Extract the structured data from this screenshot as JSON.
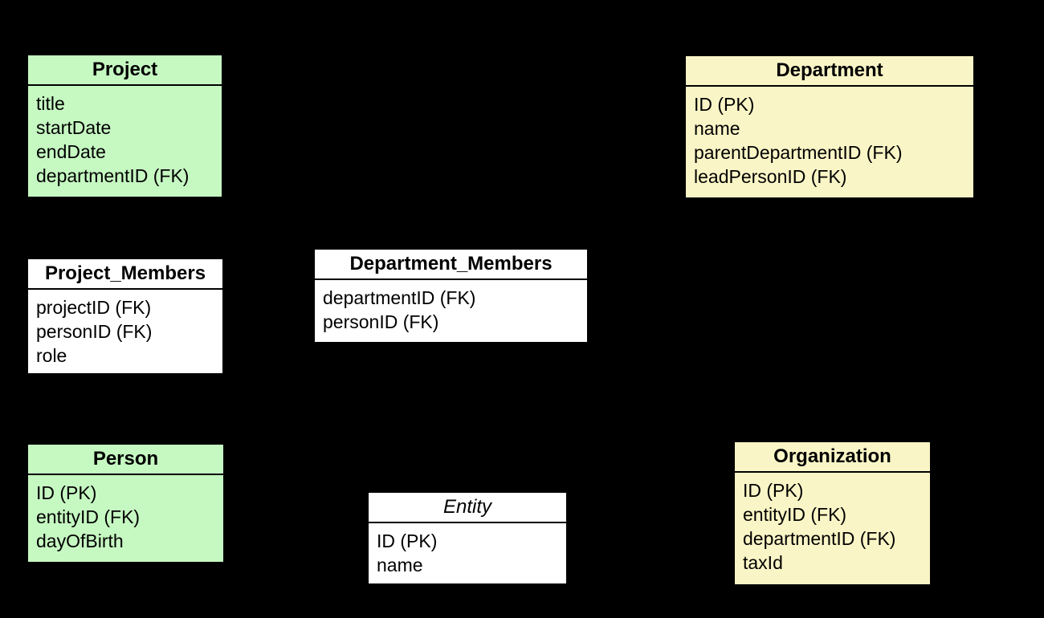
{
  "diagram": {
    "kind": "entity-relationship-diagram",
    "palette": {
      "background": "#000000",
      "border": "#000000",
      "text": "#000000",
      "green": "#c6f8c2",
      "yellow": "#faf5c6",
      "white": "#ffffff"
    },
    "tables": [
      {
        "name": "Project",
        "color": "green",
        "fields": [
          "title",
          "startDate",
          "endDate",
          "departmentID (FK)"
        ]
      },
      {
        "name": "Department",
        "color": "yellow",
        "fields": [
          "ID (PK)",
          "name",
          "parentDepartmentID (FK)",
          "leadPersonID (FK)"
        ]
      },
      {
        "name": "Project_Members",
        "color": "white",
        "fields": [
          "projectID (FK)",
          "personID (FK)",
          "role"
        ]
      },
      {
        "name": "Department_Members",
        "color": "white",
        "fields": [
          "departmentID (FK)",
          "personID (FK)"
        ]
      },
      {
        "name": "Person",
        "color": "green",
        "fields": [
          "ID (PK)",
          "entityID (FK)",
          "dayOfBirth"
        ]
      },
      {
        "name": "Entity",
        "color": "white",
        "abstract": true,
        "fields": [
          "ID (PK)",
          "name"
        ]
      },
      {
        "name": "Organization",
        "color": "yellow",
        "fields": [
          "ID (PK)",
          "entityID (FK)",
          "departmentID (FK)",
          "taxId"
        ]
      }
    ]
  }
}
